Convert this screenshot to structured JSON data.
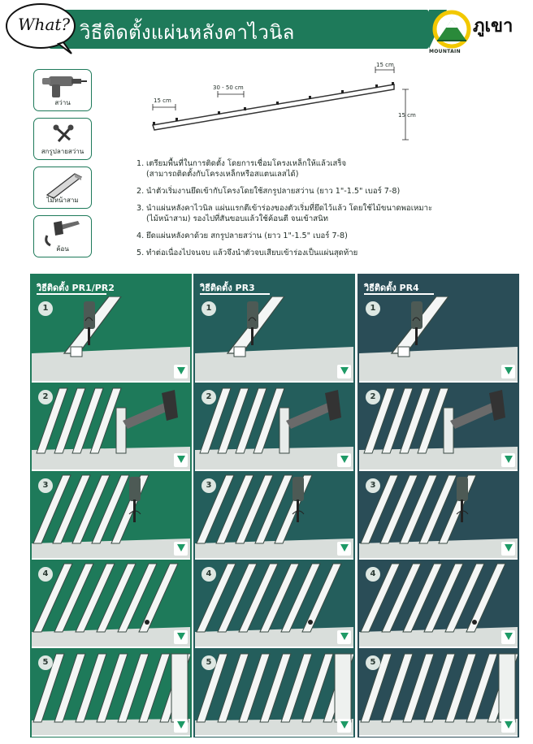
{
  "header": {
    "title": "วิธีติดตั้งแผ่นหลังคาไวนิล",
    "bubble_text": "What?",
    "brand_thai": "ภูเขา",
    "brand_en": "MOUNTAIN",
    "accent_color": "#1e7a5a"
  },
  "tools": [
    {
      "label": "สว่าน",
      "icon": "drill-icon"
    },
    {
      "label": "สกรูปลายสว่าน",
      "icon": "screws-icon"
    },
    {
      "label": "ไม้หน้าสาม",
      "icon": "wood-plank-icon"
    },
    {
      "label": "ค้อน",
      "icon": "hammer-icon"
    }
  ],
  "diagram": {
    "dim_left": "15 cm",
    "dim_middle": "30 - 50 cm",
    "dim_top": "15 cm",
    "dim_right": "15 cm"
  },
  "steps": [
    {
      "num": "1.",
      "text": "เตรียมพื้นที่ในการติดตั้ง โดยการเชื่อมโครงเหล็กให้แล้วเสร็จ",
      "sub": "(สามารถติดตั้งกับโครงเหล็กหรือสแตนเลสได้)"
    },
    {
      "num": "2.",
      "text": "นำตัวเริ่มงานยึดเข้ากับโครงโดยใช้สกรูปลายสว่าน (ยาว 1\"-1.5\" เบอร์ 7-8)",
      "sub": ""
    },
    {
      "num": "3.",
      "text": "นำแผ่นหลังคาไวนิล แผ่นแรกตีเข้าร่องของตัวเริ่มที่ยึดไว้แล้ว โดยใช้ไม้ขนาดพอเหมาะ",
      "sub": "(ไม้หน้าสาม) รองไปที่สันขอบแล้วใช้ค้อนตี จนเข้าสนิท"
    },
    {
      "num": "4.",
      "text": "ยึดแผ่นหลังคาด้วย สกรูปลายสว่าน (ยาว 1\"-1.5\" เบอร์ 7-8)",
      "sub": ""
    },
    {
      "num": "5.",
      "text": "ทำต่อเนื่องไปจนจบ แล้วจึงนำตัวจบเสียบเข้าร่องเป็นแผ่นสุดท้าย",
      "sub": ""
    }
  ],
  "columns": [
    {
      "title": "วิธีติดตั้ง PR1/PR2",
      "color": "#1e7a5a",
      "steps": [
        "1",
        "2",
        "3",
        "4",
        "5"
      ]
    },
    {
      "title": "วิธีติดตั้ง PR3",
      "color": "#245e5c",
      "steps": [
        "1",
        "2",
        "3",
        "4",
        "5"
      ]
    },
    {
      "title": "วิธีติดตั้ง PR4",
      "color": "#2a4d57",
      "steps": [
        "1",
        "2",
        "3",
        "4",
        "5"
      ]
    }
  ]
}
